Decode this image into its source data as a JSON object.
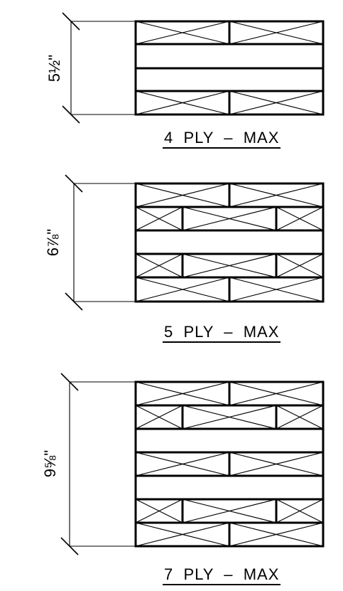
{
  "details": [
    {
      "dimension": "5½\"",
      "caption": "4  PLY  –  MAX",
      "plies": [
        "cross",
        "plain",
        "plain",
        "cross"
      ],
      "cross_layout": "centered"
    },
    {
      "dimension": "6⅞\"",
      "caption": "5  PLY  –  MAX",
      "plies": [
        "cross",
        "cross-offset",
        "plain",
        "cross-offset",
        "cross"
      ],
      "cross_layout": "mixed"
    },
    {
      "dimension": "9⅝\"",
      "caption": "7  PLY  –  MAX",
      "plies": [
        "cross",
        "cross-offset",
        "plain",
        "cross",
        "plain",
        "cross-offset",
        "cross"
      ],
      "cross_layout": "mixed"
    }
  ],
  "colors": {
    "line": "#000000",
    "background": "#ffffff"
  }
}
